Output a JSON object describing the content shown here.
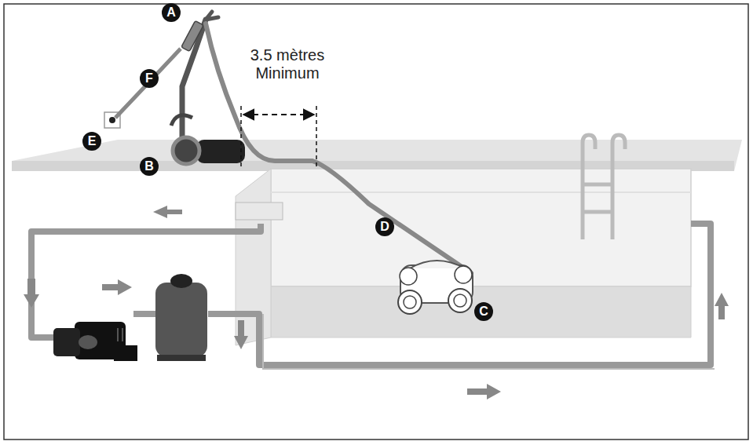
{
  "diagram": {
    "labels": [
      "A",
      "F",
      "E",
      "B",
      "C",
      "D",
      "3.5 mètres Minimum"
    ]
  }
}
